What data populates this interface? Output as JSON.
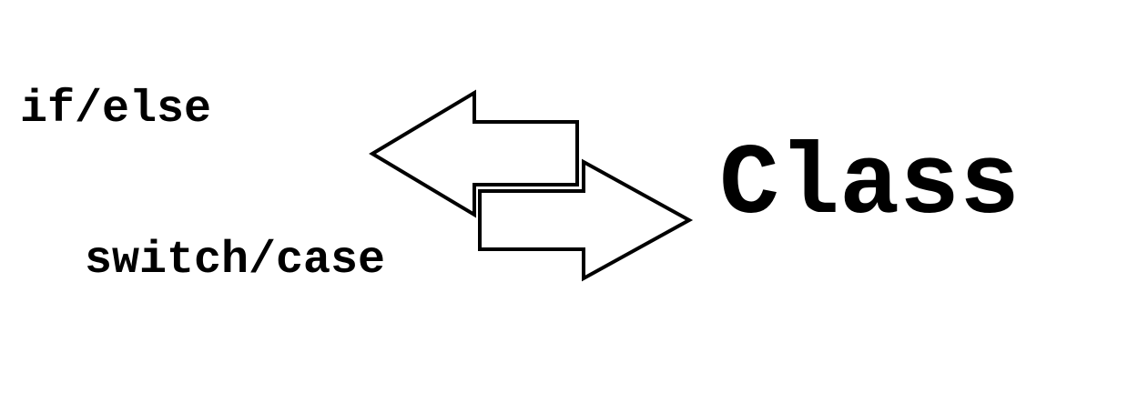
{
  "diagram": {
    "left_items": [
      {
        "id": "if-else",
        "text": "if/else"
      },
      {
        "id": "switch-case",
        "text": "switch/case"
      }
    ],
    "right_item": {
      "text": "Class"
    },
    "arrows": [
      {
        "direction": "left",
        "meaning": "from Class to left items"
      },
      {
        "direction": "right",
        "meaning": "from left items to Class"
      }
    ],
    "colors": {
      "background": "#ffffff",
      "ink": "#000000"
    }
  }
}
